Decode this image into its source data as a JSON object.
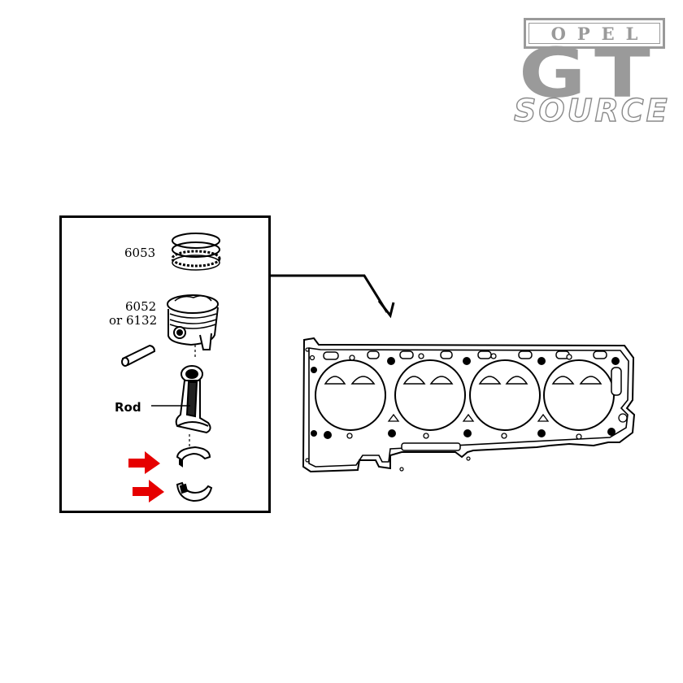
{
  "logo": {
    "brand_top": "OPEL",
    "brand_main": "GT",
    "brand_sub": "SOURCE"
  },
  "parts": {
    "ring_label": "6053",
    "piston_label_line1": "6052",
    "piston_label_line2": "or 6132",
    "rod_label": "Rod"
  },
  "colors": {
    "ink": "#000000",
    "arrow": "#e60000",
    "logo_gray": "#9a9a9a"
  },
  "icons": [
    "piston-ring-icon",
    "piston-icon",
    "wrist-pin-icon",
    "connecting-rod-icon",
    "bearing-shell-icon",
    "head-gasket-icon"
  ]
}
